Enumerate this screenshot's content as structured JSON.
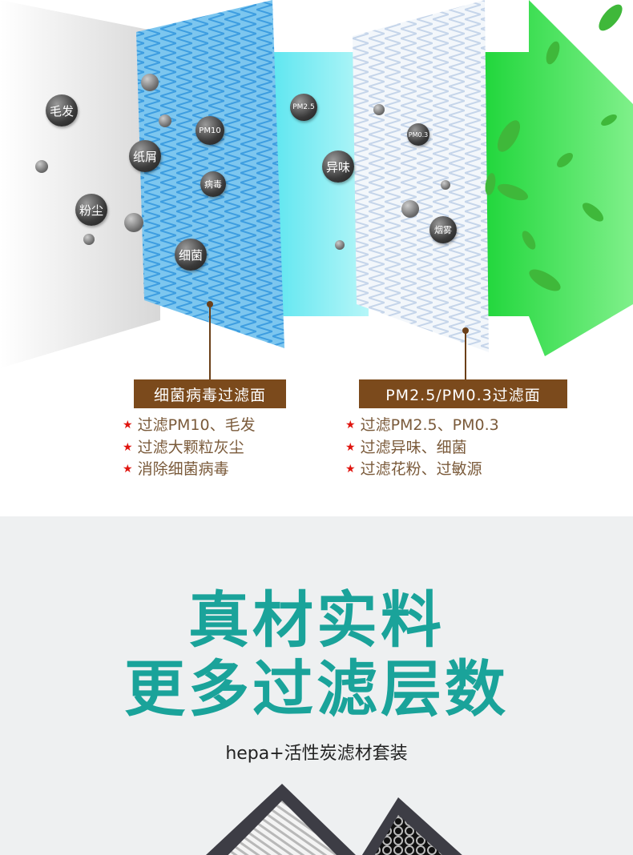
{
  "particles": {
    "hair": "毛发",
    "paper": "纸屑",
    "dust": "粉尘",
    "pm10": "PM10",
    "virus": "病毒",
    "bacteria": "细菌",
    "pm25": "PM2.5",
    "odor": "异味",
    "pm03": "PM0.3",
    "smoke": "烟雾"
  },
  "layer1": {
    "title": "细菌病毒过滤面",
    "items": [
      "过滤PM10、毛发",
      "过滤大颗粒灰尘",
      "消除细菌病毒"
    ]
  },
  "layer2": {
    "title": "PM2.5/PM0.3过滤面",
    "items": [
      "过滤PM2.5、PM0.3",
      "过滤异味、细菌",
      "过滤花粉、过敏源"
    ]
  },
  "headline": {
    "line1": "真材实料",
    "line2": "更多过滤层数",
    "subtitle": "hepa+活性炭滤材套装"
  },
  "colors": {
    "brand_teal": "#1aa39a",
    "label_brown": "#7b4a1c",
    "star_red": "#e0140e",
    "air_green": "#2fe24a"
  }
}
